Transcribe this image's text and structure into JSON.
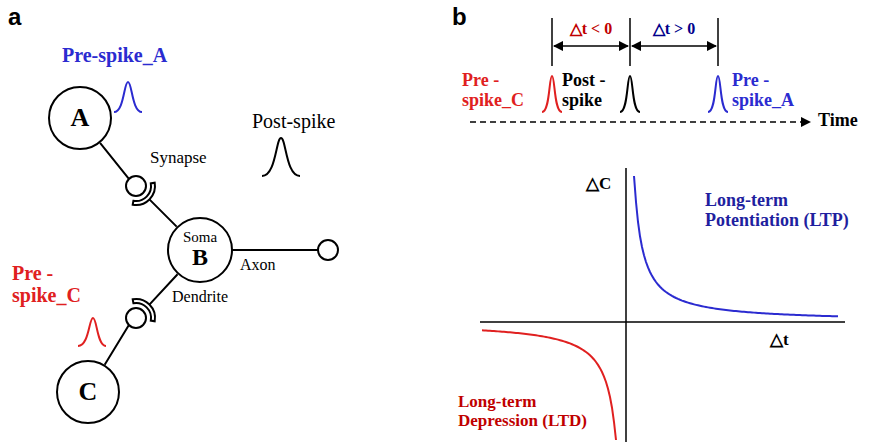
{
  "diagram": {
    "nodes": [
      {
        "text": [
          "A"
        ]
      },
      {
        "text": [
          "Soma",
          "B"
        ]
      },
      {
        "text": [
          "C"
        ]
      }
    ],
    "edges": [
      {
        "from": 0,
        "to": 1,
        "arrow": "none"
      },
      {
        "from": 2,
        "to": 1,
        "arrow": "none"
      }
    ],
    "labels": [
      "a",
      "b",
      "Pre-spike_A",
      "Synapse",
      "Post-spike",
      "Axon",
      "Pre -spike_C",
      "Dendrite",
      "Pre -spike_C",
      "Post -spike",
      "Pre -spike_A",
      "△t < 0",
      "△t > 0",
      "Time",
      "△C",
      "△t",
      "Long-term Potentiation (LTP)",
      "Long-term Depression (LTD)"
    ]
  }
}
